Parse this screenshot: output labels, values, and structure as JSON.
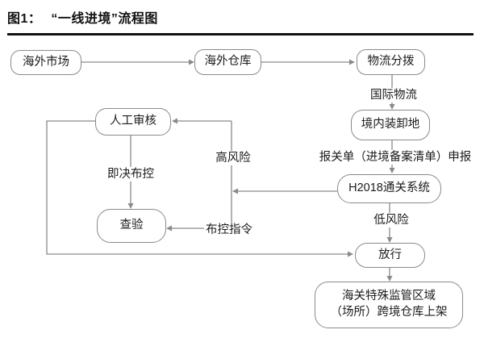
{
  "title": {
    "prefix": "图1：",
    "main": "“一线进境”流程图"
  },
  "nodes": {
    "overseas_market": "海外市场",
    "overseas_warehouse": "海外仓库",
    "logistics_distribution": "物流分拨",
    "domestic_unloading": "境内装卸地",
    "h2018_system": "H2018通关系统",
    "release": "放行",
    "bonded_warehouse_line1": "海关特殊监管区域",
    "bonded_warehouse_line2": "（场所）跨境仓库上架",
    "manual_review": "人工审核",
    "inspection": "查验"
  },
  "edge_labels": {
    "international_logistics": "国际物流",
    "declaration": "报关单（进境备案清单）申报",
    "low_risk": "低风险",
    "high_risk": "高风险",
    "control_instruction": "布控指令",
    "immediate_control": "即决布控"
  },
  "edges": [
    {
      "from": "海外市场",
      "to": "海外仓库",
      "label": ""
    },
    {
      "from": "海外仓库",
      "to": "物流分拨",
      "label": ""
    },
    {
      "from": "物流分拨",
      "to": "境内装卸地",
      "label": "国际物流"
    },
    {
      "from": "境内装卸地",
      "to": "H2018通关系统",
      "label": "报关单（进境备案清单）申报"
    },
    {
      "from": "H2018通关系统",
      "to": "放行",
      "label": "低风险"
    },
    {
      "from": "H2018通关系统",
      "to": "人工审核",
      "label": "高风险"
    },
    {
      "from": "H2018通关系统",
      "to": "查验",
      "label": "布控指令"
    },
    {
      "from": "人工审核",
      "to": "查验",
      "label": "即决布控"
    },
    {
      "from": "人工审核",
      "to": "放行",
      "label": ""
    },
    {
      "from": "放行",
      "to": "海关特殊监管区域（场所）跨境仓库上架",
      "label": ""
    }
  ],
  "colors": {
    "connector": "#8a8a8a",
    "text": "#1b1b1b",
    "divider": "#111111",
    "background": "#ffffff"
  }
}
